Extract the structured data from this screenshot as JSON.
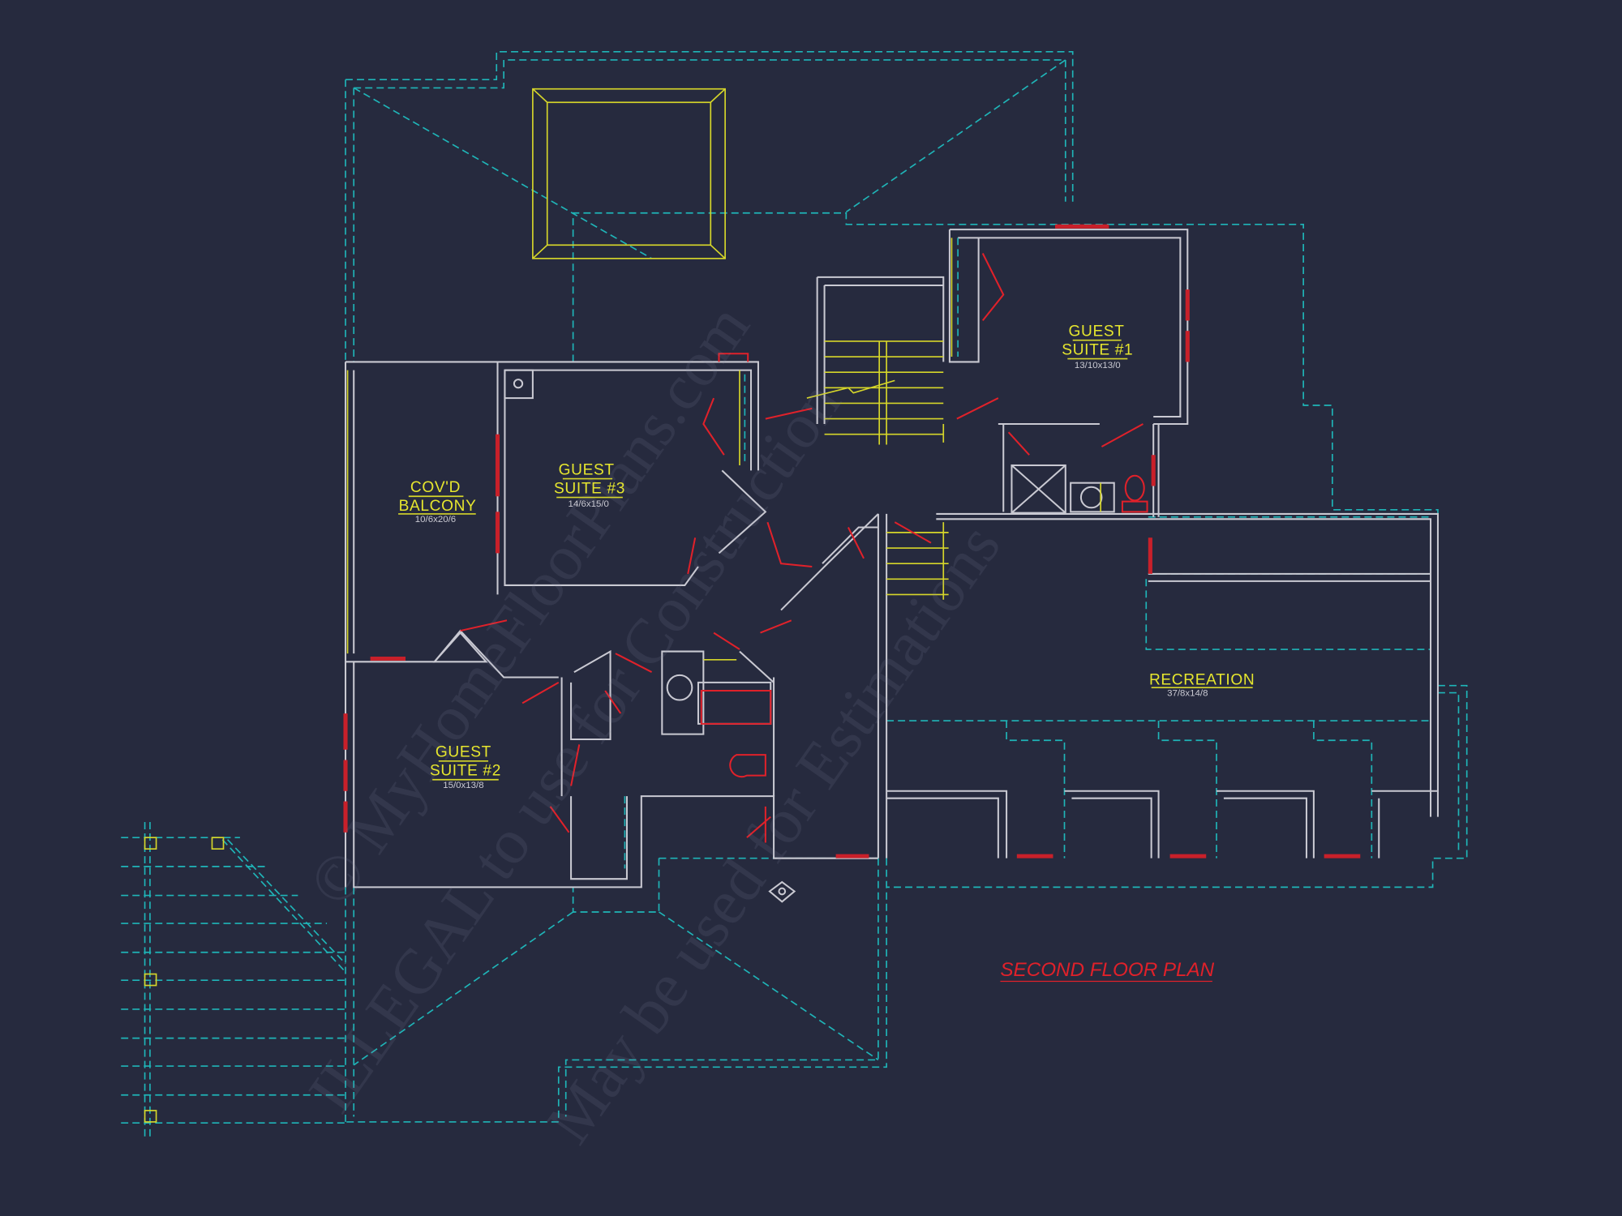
{
  "drawing": {
    "title": "SECOND FLOOR PLAN",
    "rooms": [
      {
        "name": "COV'D",
        "name2": "BALCONY",
        "size": "10/6x20/6"
      },
      {
        "name": "GUEST",
        "name2": "SUITE #3",
        "size": "14/6x15/0"
      },
      {
        "name": "GUEST",
        "name2": "SUITE #1",
        "size": "13/10x13/0"
      },
      {
        "name": "GUEST",
        "name2": "SUITE #2",
        "size": "15/0x13/8"
      },
      {
        "name": "RECREATION",
        "size": "37/8x14/8"
      }
    ],
    "watermark": [
      "© MyHomeFloorPlans.com",
      "ILLEGAL to use for Construction",
      "May be used for Estimations"
    ]
  },
  "colors": {
    "background": "#262a3e",
    "walls": "#c9c9d2",
    "roof": "#1fb5b8",
    "labels": "#e6e62e",
    "doors": "#e0212a"
  }
}
